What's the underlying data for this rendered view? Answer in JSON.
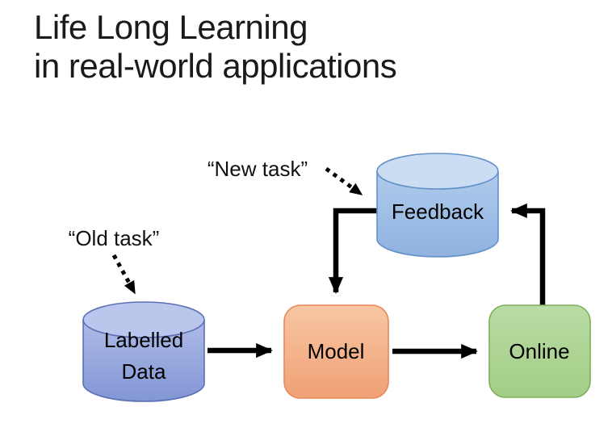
{
  "title": {
    "line1": "Life Long Learning",
    "line2": "in real-world applications"
  },
  "annotations": {
    "old_task": "“Old task”",
    "new_task": "“New task”"
  },
  "nodes": {
    "labelled_data": {
      "type": "cylinder",
      "label_line1": "Labelled",
      "label_line2": "Data"
    },
    "feedback": {
      "type": "cylinder",
      "label": "Feedback"
    },
    "model": {
      "type": "rounded-rect",
      "label": "Model"
    },
    "online": {
      "type": "rounded-rect",
      "label": "Online"
    }
  },
  "edges": [
    {
      "id": "labelled-data-to-model",
      "from": "labelled_data",
      "to": "model",
      "style": "solid-arrow"
    },
    {
      "id": "model-to-online",
      "from": "model",
      "to": "online",
      "style": "solid-arrow"
    },
    {
      "id": "feedback-to-model",
      "from": "feedback",
      "to": "model",
      "style": "solid-elbow-arrow"
    },
    {
      "id": "online-to-feedback",
      "from": "online",
      "to": "feedback",
      "style": "solid-elbow-arrow"
    },
    {
      "id": "old-task-to-labelled-data",
      "from": "old_task",
      "to": "labelled_data",
      "style": "dotted-arrow"
    },
    {
      "id": "new-task-to-feedback",
      "from": "new_task",
      "to": "feedback",
      "style": "dotted-arrow"
    }
  ],
  "colors": {
    "arrow": "#000000",
    "title_text": "#1a1a1a",
    "label_text": "#000000",
    "labelled_data": {
      "cap": "#BAC6EC",
      "body_top": "#AEBBE7",
      "body_bottom": "#8296D5",
      "border": "#5C6FB5"
    },
    "feedback": {
      "cap": "#CADDF3",
      "body_top": "#AFCBEC",
      "body_bottom": "#8FB2E0",
      "border": "#6191C8"
    },
    "model": {
      "fill_top": "#F8C7A4",
      "fill_bottom": "#F0A175",
      "border": "#E8875C"
    },
    "online": {
      "fill_top": "#B9DCA4",
      "fill_bottom": "#A3CD86",
      "border": "#7CAF5C"
    }
  }
}
